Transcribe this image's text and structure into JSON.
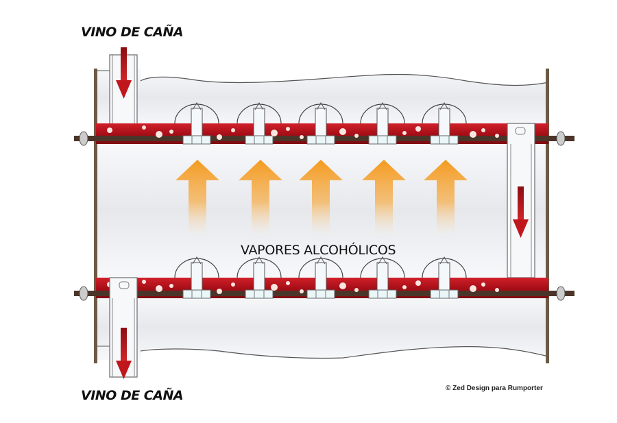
{
  "labels": {
    "inlet": "VINO DE CAÑA",
    "outlet": "VINO DE CAÑA",
    "vapors": "VAPORES ALCOHÓLICOS",
    "credit": "© Zed Design para Rumporter"
  },
  "colors": {
    "plate": "#b3121c",
    "plate_dark": "#7a0a10",
    "flow_arrow": "#a8161c",
    "vapor_arrow": "#f39a1e",
    "column_fill": "#eef0f4",
    "outline": "#6a6a6a",
    "rod": "#4a3528"
  },
  "components": {
    "upper_plate_caps": 5,
    "lower_plate_caps": 5,
    "vapor_arrows": 5
  }
}
